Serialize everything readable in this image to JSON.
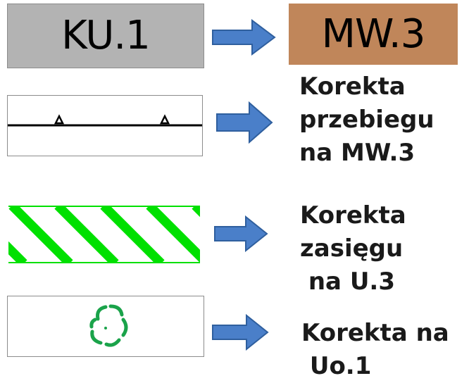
{
  "rows": [
    {
      "from_code": "KU.1",
      "to_code": "MW.3"
    },
    {
      "label_lines": [
        "Korekta",
        "przebiegu",
        "na MW.3"
      ]
    },
    {
      "label_lines": [
        "Korekta",
        "zasięgu",
        " na U.3"
      ]
    },
    {
      "label_lines": [
        "Korekta na",
        " Uo.1"
      ]
    }
  ],
  "colors": {
    "gray_box": "#b3b3b3",
    "brown_box": "#c0865a",
    "arrow": "#4a7fc9",
    "hatch_green": "#00e000",
    "symbol_green": "#1aa34a"
  },
  "icons": [
    "right-arrow-icon",
    "linear-symbol-icon",
    "hatched-area-icon",
    "point-symbol-icon"
  ]
}
